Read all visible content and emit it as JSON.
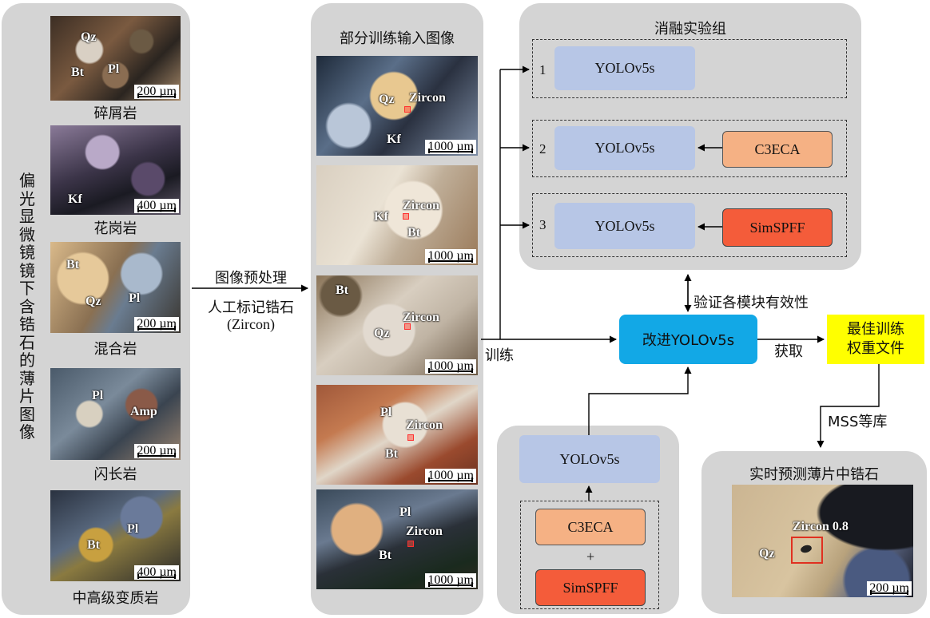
{
  "left_panel": {
    "vertical_title": "偏光显微镜镜下含锆石的薄片图像",
    "samples": [
      {
        "caption": "碎屑岩",
        "scale": "200 µm",
        "minerals": [
          "Qz",
          "Bt",
          "Pl"
        ]
      },
      {
        "caption": "花岗岩",
        "scale": "400 µm",
        "minerals": [
          "Kf"
        ]
      },
      {
        "caption": "混合岩",
        "scale": "200 µm",
        "minerals": [
          "Bt",
          "Qz",
          "Pl"
        ]
      },
      {
        "caption": "闪长岩",
        "scale": "200 µm",
        "minerals": [
          "Pl",
          "Amp"
        ]
      },
      {
        "caption": "中高级变质岩",
        "scale": "400 µm",
        "minerals": [
          "Pl",
          "Bt"
        ]
      }
    ]
  },
  "preprocess": {
    "label": "图像预处理",
    "sub1": "人工标记锆石",
    "sub2": "(Zircon)"
  },
  "training_panel": {
    "title": "部分训练输入图像",
    "images": [
      {
        "scale": "1000 µm",
        "minerals": [
          "Qz",
          "Zircon",
          "Kf"
        ]
      },
      {
        "scale": "1000 µm",
        "minerals": [
          "Zircon",
          "Kf",
          "Bt"
        ]
      },
      {
        "scale": "1000 µm",
        "minerals": [
          "Bt",
          "Zircon",
          "Qz"
        ]
      },
      {
        "scale": "1000 µm",
        "minerals": [
          "Pl",
          "Zircon",
          "Bt"
        ]
      },
      {
        "scale": "1000 µm",
        "minerals": [
          "Pl",
          "Zircon",
          "Bt"
        ]
      }
    ]
  },
  "train_label": "训练",
  "ablation": {
    "title": "消融实验组",
    "rows": [
      {
        "num": "1",
        "model": "YOLOv5s",
        "module": ""
      },
      {
        "num": "2",
        "model": "YOLOv5s",
        "module": "C3ECA"
      },
      {
        "num": "3",
        "model": "YOLOv5s",
        "module": "SimSPFF"
      }
    ]
  },
  "verify_label": "验证各模块有效性",
  "improved_model": "改进YOLOv5s",
  "obtain_label": "获取",
  "best_weights": {
    "line1": "最佳训练",
    "line2": "权重文件"
  },
  "mss_label": "MSS等库",
  "composition": {
    "model": "YOLOv5s",
    "module1": "C3ECA",
    "plus": "+",
    "module2": "SimSPFF"
  },
  "realtime": {
    "title": "实时预测薄片中锆石",
    "detection": "Zircon 0.8",
    "mineral": "Qz",
    "scale": "200 µm"
  },
  "colors": {
    "panel_bg": "#d4d4d4",
    "yolo_box": "#b7c6e6",
    "c3eca_box": "#f5b184",
    "simspff_box": "#f45c3a",
    "improved_box": "#12a8e6",
    "best_box": "#ffff00"
  }
}
